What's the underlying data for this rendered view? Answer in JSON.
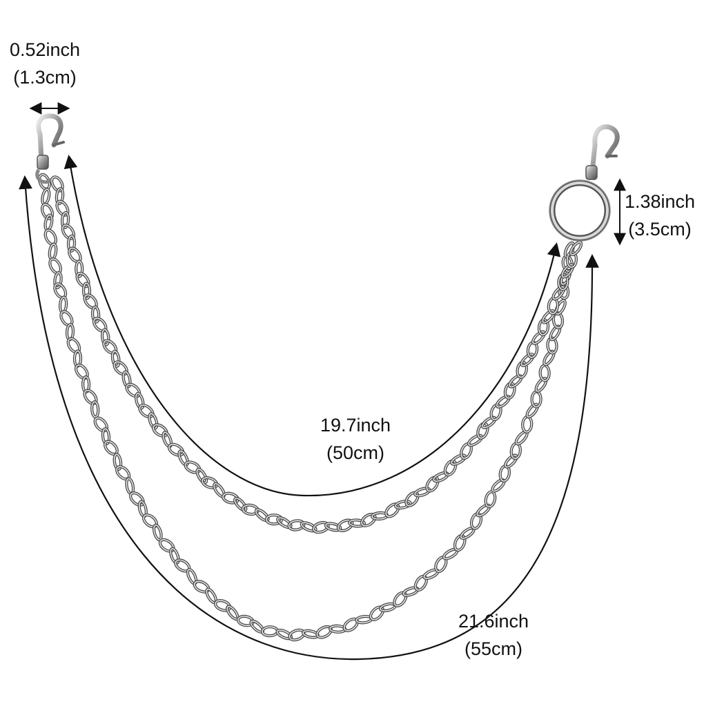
{
  "measurements": {
    "clasp_width": {
      "imperial": "0.52inch",
      "metric": "(1.3cm)"
    },
    "ring_diameter": {
      "imperial": "1.38inch",
      "metric": "(3.5cm)"
    },
    "short_chain": {
      "imperial": "19.7inch",
      "metric": "(50cm)"
    },
    "long_chain": {
      "imperial": "21.6inch",
      "metric": "(55cm)"
    }
  },
  "colors": {
    "chain_metal": "#9a9a9a",
    "chain_highlight": "#e6e6e6",
    "chain_shadow": "#4a4a4a",
    "guide_line": "#111111",
    "background": "#ffffff"
  }
}
